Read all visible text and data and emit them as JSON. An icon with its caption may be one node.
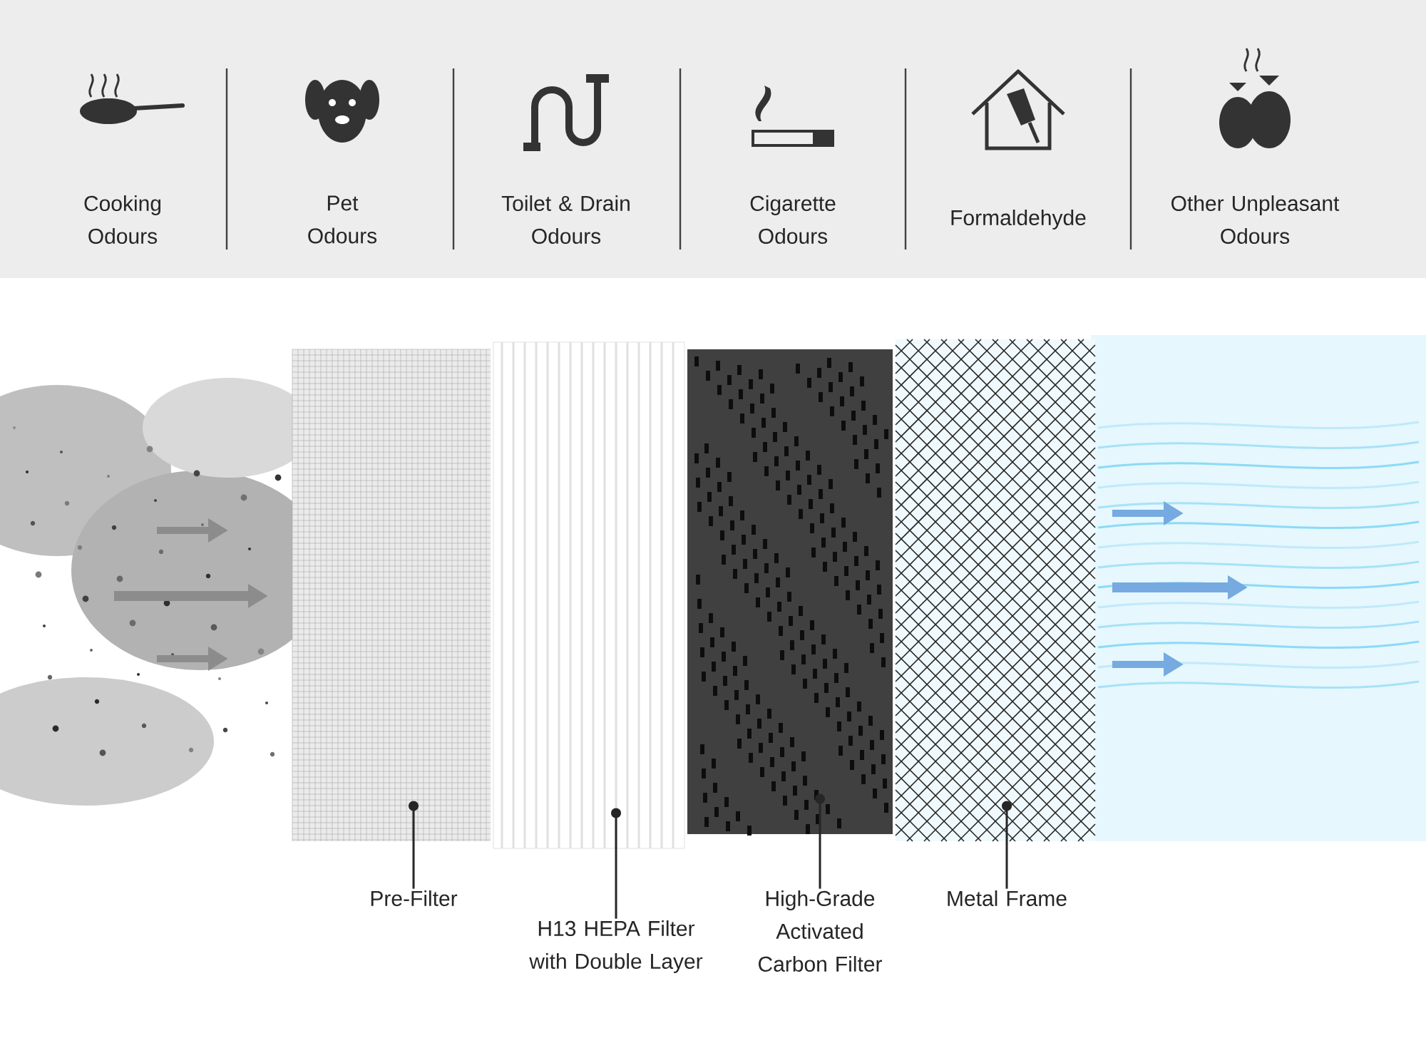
{
  "diagram": {
    "nodes": [
      {
        "text": [
          "Pre-Filter"
        ]
      },
      {
        "text": [
          "H13 HEPA Filter with Double Layer"
        ]
      },
      {
        "text": [
          "High-Grade Activated Carbon Filter"
        ]
      },
      {
        "text": [
          "Metal Frame"
        ]
      },
      {
        "text": [],
        "shape": "picture"
      },
      {
        "text": [],
        "shape": "picture"
      },
      {
        "text": [],
        "shape": "picture"
      },
      {
        "text": [],
        "shape": "picture"
      }
    ],
    "edges": [
      {
        "from": 0,
        "to": 4,
        "arrow": "other"
      },
      {
        "from": 1,
        "to": 5,
        "arrow": "other"
      },
      {
        "from": 2,
        "to": 6,
        "arrow": "other"
      },
      {
        "from": 3,
        "to": 7,
        "arrow": "other"
      }
    ],
    "labels": [
      "Cooking Odours",
      "Pet Odours",
      "Toilet & Drain Odours",
      "Cigarette Odours",
      "Formaldehyde",
      "Other Unpleasant Odours"
    ]
  }
}
